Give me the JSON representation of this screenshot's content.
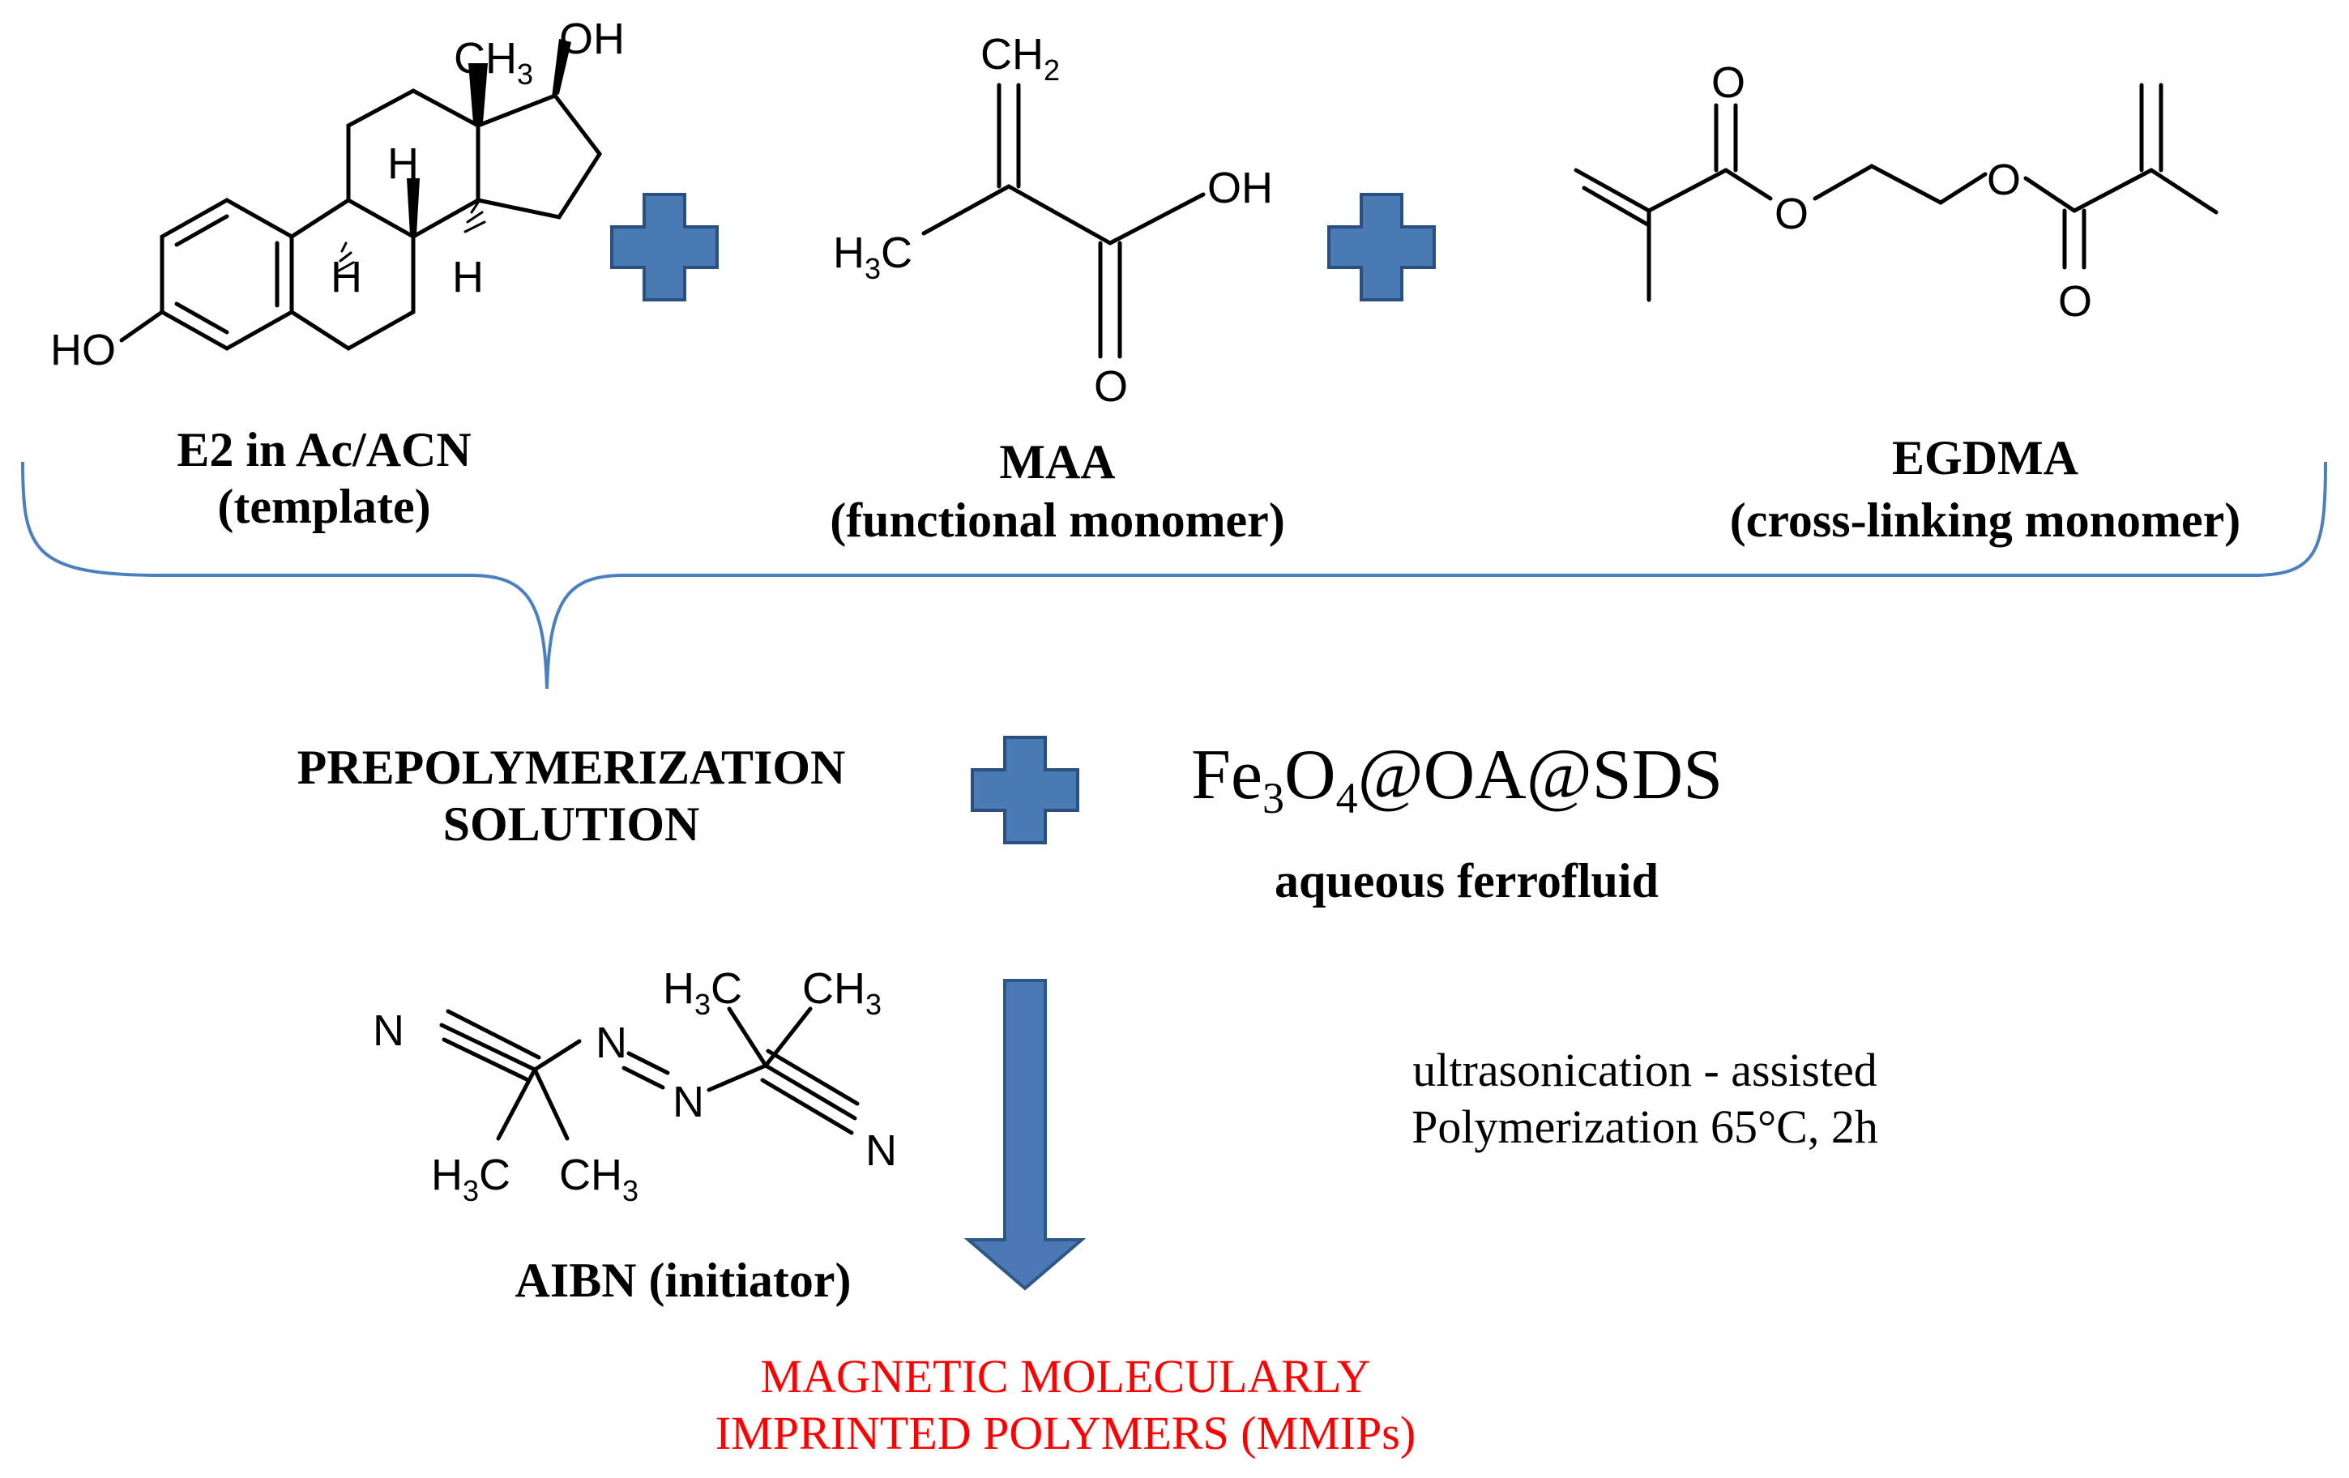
{
  "template": {
    "name": "E2 in Ac/ACN",
    "role": "(template)",
    "atoms": {
      "oh_top": "OH",
      "ch3": "CH",
      "ch3_sub": "3",
      "h1": "H",
      "h2": "H",
      "h3": "H",
      "ho": "HO"
    }
  },
  "functional_monomer": {
    "name": "MAA",
    "role": "(functional monomer)",
    "atoms": {
      "ch2": "CH",
      "ch2_sub": "2",
      "h3c": "H",
      "h3c_sub": "3",
      "h3c_c": "C",
      "oh": "OH",
      "o": "O"
    }
  },
  "crosslinker": {
    "name": "EGDMA",
    "role": "(cross-linking monomer)",
    "atoms": {
      "o1": "O",
      "o2": "O",
      "o3": "O",
      "o4": "O"
    }
  },
  "prepolymerization": {
    "line1": "PREPOLYMERIZATION",
    "line2": "SOLUTION"
  },
  "ferrofluid": {
    "formula_parts": [
      "Fe",
      "3",
      "O",
      "4",
      "@OA@SDS"
    ],
    "description": "aqueous ferrofluid"
  },
  "initiator": {
    "label": "AIBN (initiator)",
    "atoms": {
      "n_left": "N",
      "n_azo1": "N",
      "n_azo2": "N",
      "n_right": "N",
      "h3c_top": "H",
      "h3c_top_sub": "3",
      "h3c_top_c": "C",
      "ch3_top": "CH",
      "ch3_top_sub": "3",
      "h3c_bot": "H",
      "h3c_bot_sub": "3",
      "h3c_bot_c": "C",
      "ch3_bot": "CH",
      "ch3_bot_sub": "3"
    }
  },
  "conditions": {
    "line1": "ultrasonication - assisted",
    "line2": "Polymerization 65°C, 2h"
  },
  "product": {
    "line1": "MAGNETIC MOLECULARLY",
    "line2": "IMPRINTED POLYMERS (MMIPs)"
  },
  "icons": {
    "plus": "plus-icon",
    "arrow": "arrow-down-icon",
    "brace": "curly-brace"
  },
  "colors": {
    "plus_fill": "#4a7ab3",
    "plus_stroke": "#2a4f80",
    "arrow_fill": "#4a79b5",
    "arrow_stroke": "#2d5786",
    "brace": "#4a80c0",
    "product_text": "#ff0000"
  }
}
